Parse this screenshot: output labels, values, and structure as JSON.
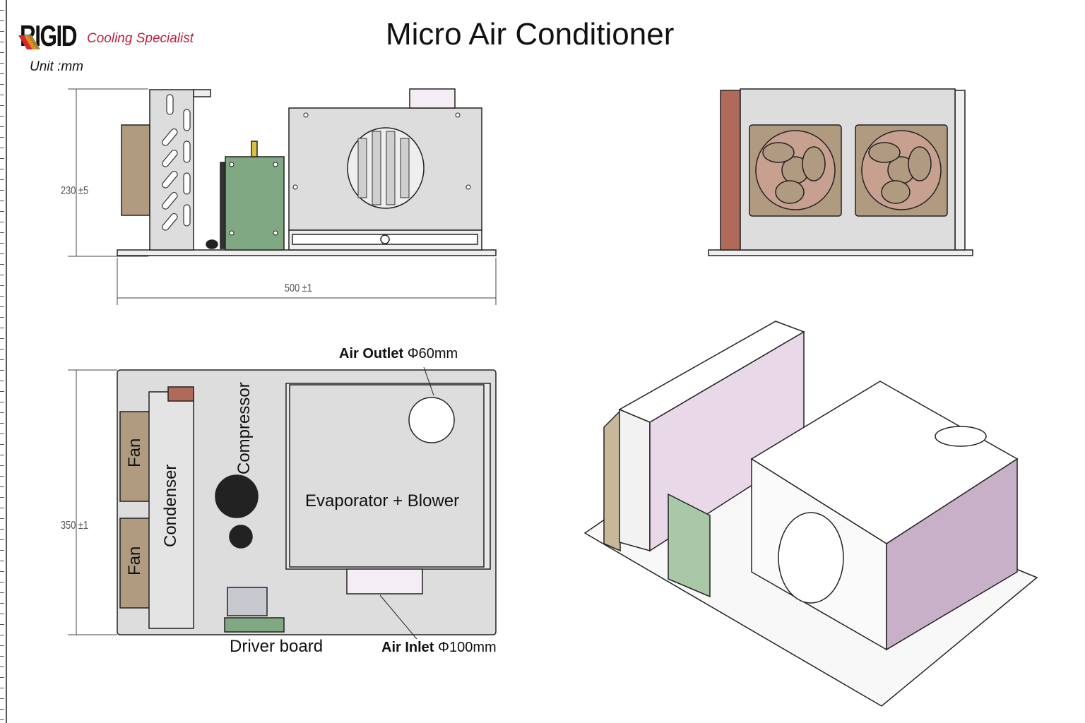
{
  "header": {
    "brand": "RIGID",
    "tagline": "Cooling Specialist",
    "unit": "Unit :mm",
    "title": "Micro Air Conditioner"
  },
  "side_view": {
    "height_dim": "230 ±5",
    "width_dim": "500 ±1"
  },
  "top_view": {
    "depth_dim": "350 ±1",
    "labels": {
      "fan_1": "Fan",
      "fan_2": "Fan",
      "condenser": "Condenser",
      "compressor": "Compressor",
      "evaporator": "Evaporator + Blower",
      "driver_board": "Driver board",
      "air_outlet_bold": "Air Outlet",
      "air_outlet_size": "Φ60mm",
      "air_inlet_bold": "Air Inlet",
      "air_inlet_size": "Φ100mm"
    }
  },
  "colors": {
    "brand_red": "#c0213a",
    "panel_gray": "#d9d9d9",
    "fan_tan": "#b09a80",
    "board_green": "#7fa883",
    "copper": "#b06a5a",
    "lilac": "#c8b0c8"
  }
}
